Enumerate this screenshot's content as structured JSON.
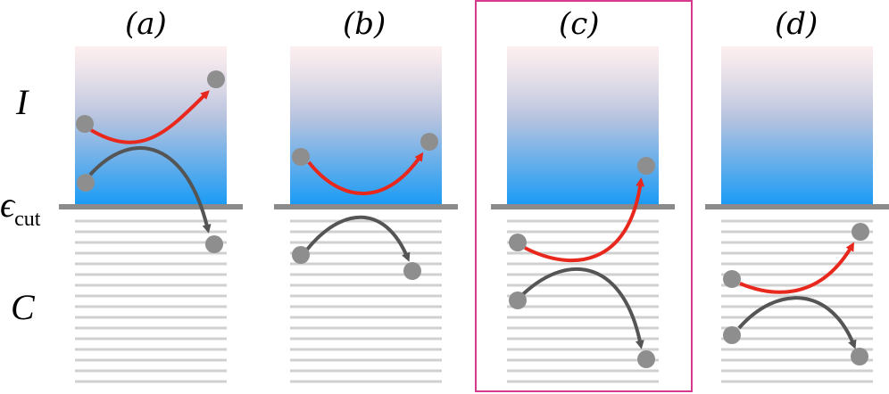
{
  "panels": [
    {
      "label": "(a)"
    },
    {
      "label": "(b)"
    },
    {
      "label": "(c)",
      "highlighted": true
    },
    {
      "label": "(d)"
    }
  ],
  "row_labels": {
    "upper": "I",
    "lower": "C",
    "cut_symbol": "ϵ",
    "cut_subscript": "cut"
  },
  "colors": {
    "upper_gradient_top": "#fde8e8",
    "upper_gradient_bottom": "#1a9bf5",
    "cut_line": "#8a8a8a",
    "level_lines": "#d0d0d0",
    "particle": "#8e8e8e",
    "red_arrow": "#e8281c",
    "dark_arrow": "#555555",
    "highlight_box": "#d63a8c"
  }
}
